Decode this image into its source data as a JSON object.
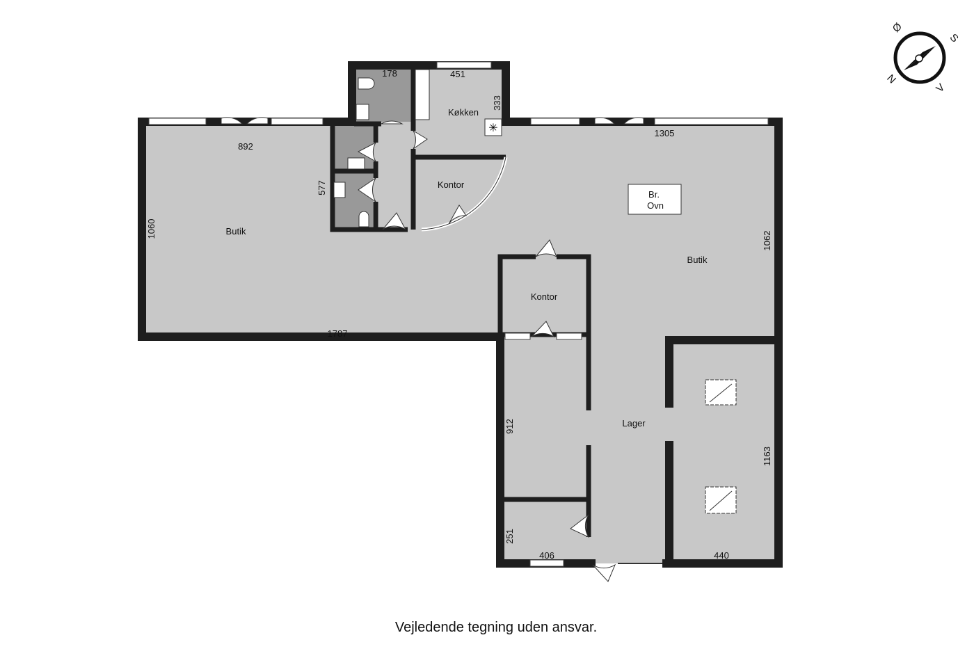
{
  "rooms": {
    "butik_left": "Butik",
    "butik_right": "Butik",
    "kontor_upper": "Kontor",
    "kontor_lower": "Kontor",
    "kitchen": "Køkken",
    "storage": "Lager",
    "oven_line1": "Br.",
    "oven_line2": "Ovn"
  },
  "dimensions": {
    "butik_left_width": "892",
    "wc_width": "178",
    "kitchen_width": "451",
    "kitchen_depth": "333",
    "butik_right_width": "1305",
    "wc_depth": "577",
    "butik_left_depth": "1060",
    "butik_right_depth": "1062",
    "total_width": "1787",
    "storage_room_depth": "912",
    "small_room_depth": "251",
    "small_room_width": "406",
    "storage_width": "440",
    "storage_depth": "1163"
  },
  "compass": {
    "east": "Ø",
    "south": "S",
    "north": "N",
    "west": "V"
  },
  "caption": "Vejledende tegning uden ansvar.",
  "colors": {
    "floor": "#c8c8c8",
    "wet_room": "#999999",
    "wall": "#1e1e1e"
  }
}
